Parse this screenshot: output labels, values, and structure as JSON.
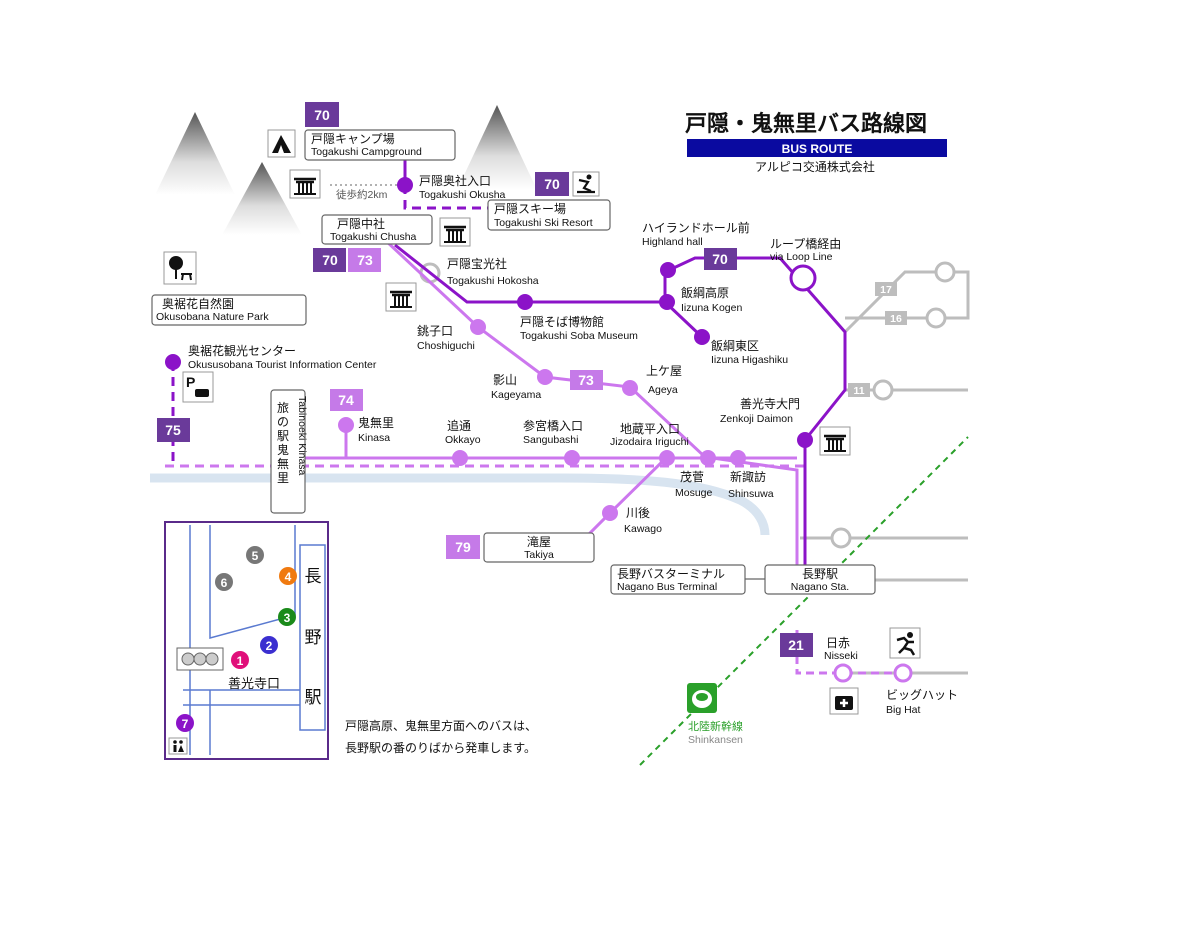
{
  "title": {
    "main": "戸隠・鬼無里バス路線図",
    "route_label": "BUS ROUTE",
    "company": "アルピコ交通株式会社"
  },
  "colors": {
    "dark_route": "#8b13c8",
    "light_route": "#cc77ee",
    "badge_dark": "#6a3a9a",
    "badge_light": "#c57ae8",
    "gray_route": "#bdbdbd",
    "shinkansen": "#2aa02a",
    "title_bar": "#0a0aa0"
  },
  "route_badges": {
    "r70_top": "70",
    "r70_ski": "70",
    "r70_chusha": "70",
    "r73_chusha": "73",
    "r73_mid": "73",
    "r70_highland": "70",
    "r74": "74",
    "r75": "75",
    "r79": "79",
    "r21": "21",
    "r17": "17",
    "r16": "16",
    "r11": "11"
  },
  "stops": {
    "campground_jp": "戸隠キャンプ場",
    "campground_en": "Togakushi Campground",
    "okusha_jp": "戸隠奥社入口",
    "okusha_en": "Togakushi Okusha",
    "walk": "徒歩約2km",
    "ski_jp": "戸隠スキー場",
    "ski_en": "Togakushi Ski Resort",
    "chusha_jp": "戸隠中社",
    "chusha_en": "Togakushi Chusha",
    "hokosha_jp": "戸隠宝光社",
    "hokosha_en": "Togakushi Hokosha",
    "soba_jp": "戸隠そば博物館",
    "soba_en": "Togakushi Soba Museum",
    "highland_jp": "ハイランドホール前",
    "highland_en": "Highland hall",
    "loop_jp": "ループ橋経由",
    "loop_en": "via Loop Line",
    "kogen_jp": "飯綱高原",
    "kogen_en": "Iizuna Kogen",
    "higashiku_jp": "飯綱東区",
    "higashiku_en": "Iizuna Higashiku",
    "choshiguchi_jp": "銚子口",
    "choshiguchi_en": "Choshiguchi",
    "kageyama_jp": "影山",
    "kageyama_en": "Kageyama",
    "ageya_jp": "上ケ屋",
    "ageya_en": "Ageya",
    "daimon_jp": "善光寺大門",
    "daimon_en": "Zenkoji Daimon",
    "park_jp": "奥裾花自然園",
    "park_en": "Okusobana Nature Park",
    "center_jp": "奥裾花観光センター",
    "center_en": "Okususobana Tourist Information Center",
    "kinasa_station_jp": "旅の駅鬼無里",
    "kinasa_station_en": "Tabinoeki Kinasa",
    "kinasa_jp": "鬼無里",
    "kinasa_en": "Kinasa",
    "okkayo_jp": "追通",
    "okkayo_en": "Okkayo",
    "sangubashi_jp": "参宮橋入口",
    "sangubashi_en": "Sangubashi",
    "jizodaira_jp": "地蔵平入口",
    "jizodaira_en": "Jizodaira Iriguchi",
    "mosuge_jp": "茂菅",
    "mosuge_en": "Mosuge",
    "shinsuwa_jp": "新諏訪",
    "shinsuwa_en": "Shinsuwa",
    "kawago_jp": "川後",
    "kawago_en": "Kawago",
    "takiya_jp": "滝屋",
    "takiya_en": "Takiya",
    "terminal_jp": "長野バスターミナル",
    "terminal_en": "Nagano Bus Terminal",
    "nagano_jp": "長野駅",
    "nagano_en": "Nagano Sta.",
    "nisseki_jp": "日赤",
    "nisseki_en": "Nisseki",
    "bighat_jp": "ビッグハット",
    "bighat_en": "Big Hat",
    "shinkansen_jp": "北陸新幹線",
    "shinkansen_en": "Shinkansen"
  },
  "inset": {
    "station": [
      "長",
      "野",
      "駅"
    ],
    "crossing": "善光寺口",
    "platforms": [
      "1",
      "2",
      "3",
      "4",
      "5",
      "6",
      "7"
    ],
    "platform_colors": [
      "#e0107a",
      "#3b2fd0",
      "#1a8a1a",
      "#f07a10",
      "#777777",
      "#777777",
      "#8b13c8"
    ],
    "note_line1": "戸隠高原、鬼無里方面へのバスは、",
    "note_line2": "長野駅の番のりばから発車します。"
  },
  "icons": {
    "campground": "tent-icon",
    "ski": "skier-icon",
    "shrine": "shrine-icon",
    "picnic": "picnic-icon",
    "parking": "parking-icon",
    "hospital": "hospital-icon",
    "sports": "runner-icon",
    "shinkansen": "shinkansen-icon",
    "restroom": "restroom-icon",
    "signal": "traffic-signal-icon"
  }
}
